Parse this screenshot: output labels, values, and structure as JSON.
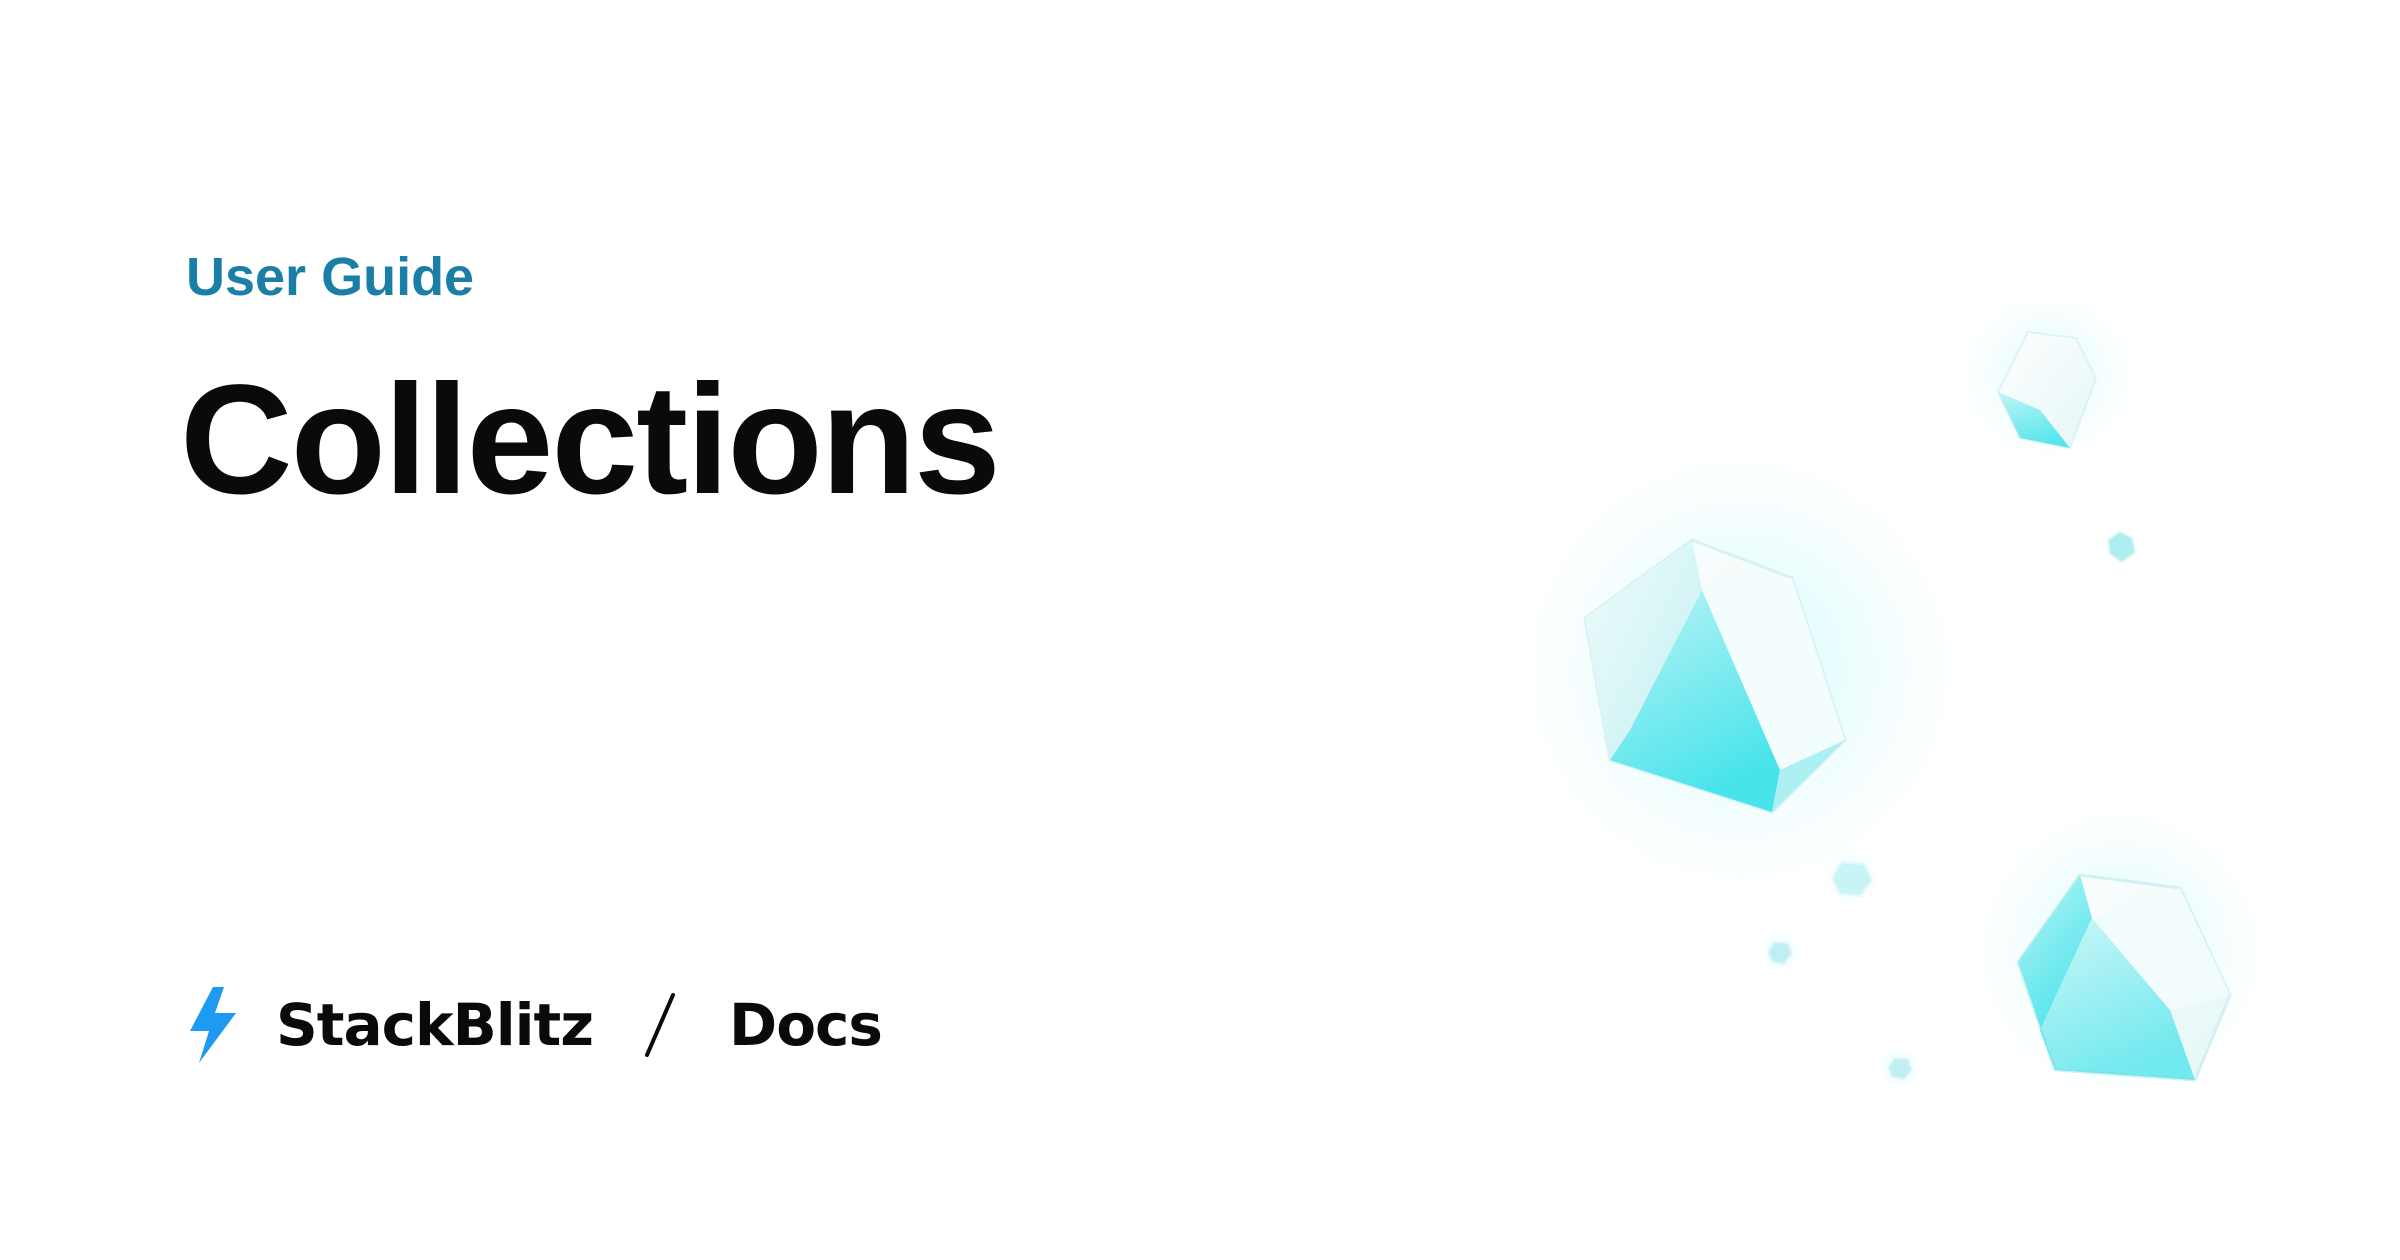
{
  "eyebrow": "User Guide",
  "title": "Collections",
  "footer": {
    "brand": "StackBlitz",
    "separator": "/",
    "section": "Docs"
  },
  "icons": {
    "brand_logo": "lightning-bolt-icon",
    "decoration": "crystal-gems"
  },
  "colors": {
    "eyebrow": "#1b7ea6",
    "title": "#0a0a0a",
    "bolt": "#1e9bf0",
    "crystal": "#4de8ee"
  }
}
